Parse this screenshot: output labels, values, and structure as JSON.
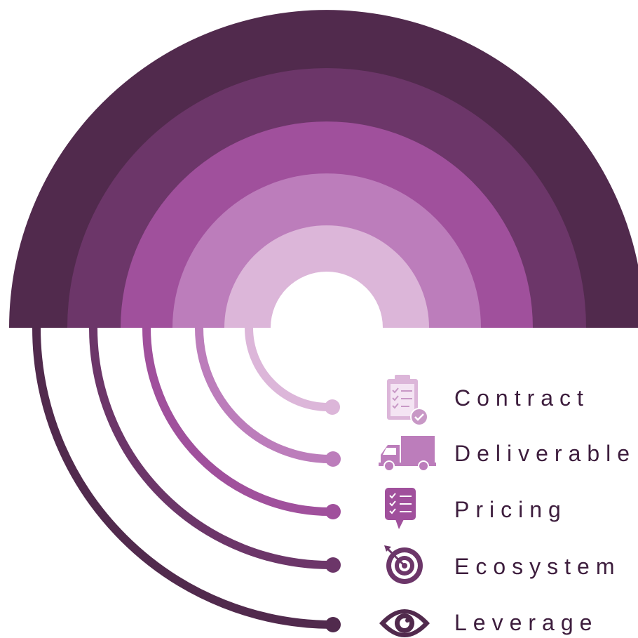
{
  "colors": {
    "ring_1_outer": "#512a4d",
    "ring_2": "#6c3669",
    "ring_3": "#a0509c",
    "ring_4": "#bc7dbb",
    "ring_5_inner": "#dcb6d9",
    "background": "#ffffff",
    "label_text": "#3d1d3d"
  },
  "items": [
    {
      "label": "Contract",
      "icon": "clipboard-checklist-icon",
      "color": "#dcb6d9"
    },
    {
      "label": "Deliverable",
      "icon": "delivery-truck-icon",
      "color": "#bc7dbb"
    },
    {
      "label": "Pricing",
      "icon": "checklist-chat-icon",
      "color": "#a0509c"
    },
    {
      "label": "Ecosystem",
      "icon": "target-arrow-icon",
      "color": "#6c3669"
    },
    {
      "label": "Leverage",
      "icon": "eye-icon",
      "color": "#512a4d"
    }
  ]
}
